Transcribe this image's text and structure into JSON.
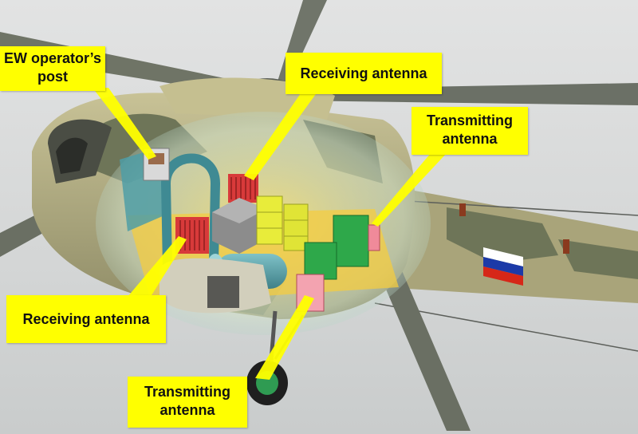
{
  "labels": {
    "ew_operator_post": {
      "line1": "EW operator’s",
      "line2": "post"
    },
    "receiving_antenna_top": "Receiving antenna",
    "transmitting_antenna_right": {
      "line1": "Transmitting",
      "line2": "antenna"
    },
    "receiving_antenna_left": "Receiving antenna",
    "transmitting_antenna_bottom": {
      "line1": "Transmitting",
      "line2": "antenna"
    }
  },
  "colors": {
    "callout": "#ffff00",
    "camo_tan": "#b8b383",
    "camo_green": "#6e7558",
    "receiving_antenna": "#d83a3a",
    "transmitting_antenna": "#f08a9a",
    "equipment_green": "#2ea84a",
    "equipment_yellow": "#e8ec3a",
    "cabin_floor": "#f4cc40"
  },
  "flag": {
    "stripes": [
      "#ffffff",
      "#1c3aa8",
      "#d62718"
    ]
  }
}
